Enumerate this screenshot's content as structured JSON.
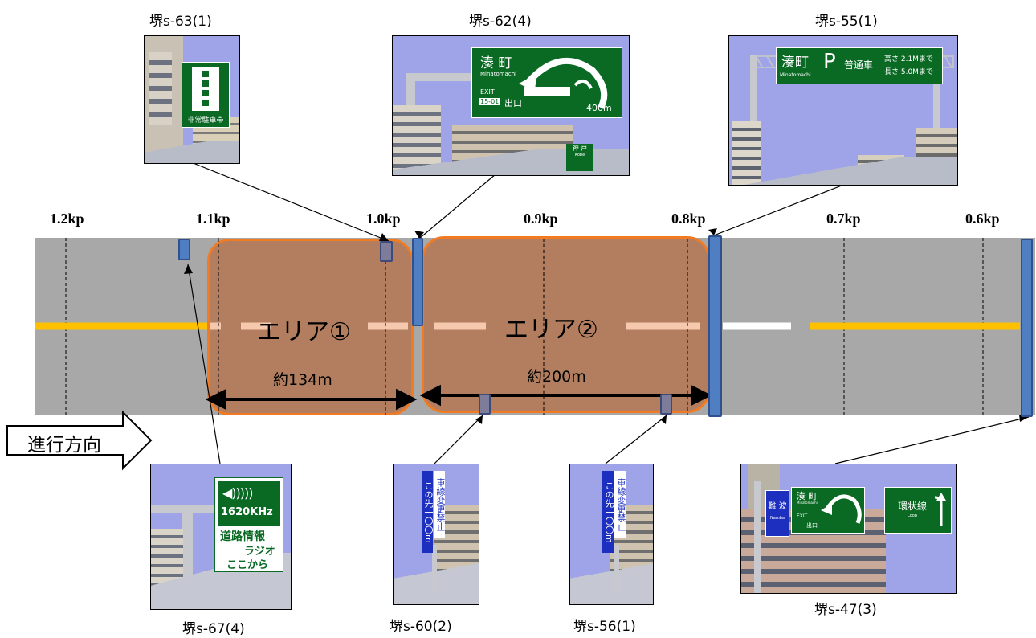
{
  "kp_labels": [
    "1.2kp",
    "1.1kp",
    "1.0kp",
    "0.9kp",
    "0.8kp",
    "0.7kp",
    "0.6kp"
  ],
  "areas": [
    {
      "label": "エリア①",
      "distance": "約134m"
    },
    {
      "label": "エリア②",
      "distance": "約200m"
    }
  ],
  "direction_label": "進行方向",
  "photos": {
    "s63": {
      "caption": "堺s-63(1)",
      "sign_text": "非常駐車帯"
    },
    "s62": {
      "caption": "堺s-62(4)",
      "sign_title": "湊 町",
      "sign_roman": "Minatomachi",
      "sign_exit": "EXIT",
      "sign_exit_no": "15-01",
      "sign_exit_label": "出口",
      "sign_distance": "400m",
      "sub_sign": "神 戸",
      "sub_sign_roman": "Kobe"
    },
    "s55": {
      "caption": "堺s-55(1)",
      "sign_title": "湊町",
      "sign_roman": "Minatomachi",
      "sign_p": "P",
      "sign_vehicle": "普通車",
      "sign_height": "高さ 2.1Mまで",
      "sign_length": "長さ 5.0Mまで"
    },
    "s67": {
      "caption": "堺s-67(4)",
      "sign_freq": "1620KHz",
      "sign_line1": "道路情報",
      "sign_line2": "ラジオ",
      "sign_line3": "ここから"
    },
    "s60": {
      "caption": "堺s-60(2)",
      "sign_left": "この先一〇〇m",
      "sign_right": "車線変更禁止"
    },
    "s56": {
      "caption": "堺s-56(1)",
      "sign_left": "この先一〇〇m",
      "sign_right": "車線変更禁止"
    },
    "s47": {
      "caption": "堺s-47(3)",
      "sign_namba": "難 波",
      "sign_namba_roman": "Namba",
      "sign_title": "湊 町",
      "sign_roman": "Minatomachi",
      "sign_exit": "EXIT",
      "sign_exit_label": "出口",
      "sign_loop": "環状線",
      "sign_loop_roman": "Loop"
    }
  },
  "colors": {
    "road": "#a8a8a8",
    "area_fill": "#b5754f",
    "area_border": "#f07b23",
    "center_line_yellow": "#ffc000",
    "gantry": "#4f7fc2",
    "sky": "#9fa3e8",
    "sign_green": "#0a6a24"
  }
}
